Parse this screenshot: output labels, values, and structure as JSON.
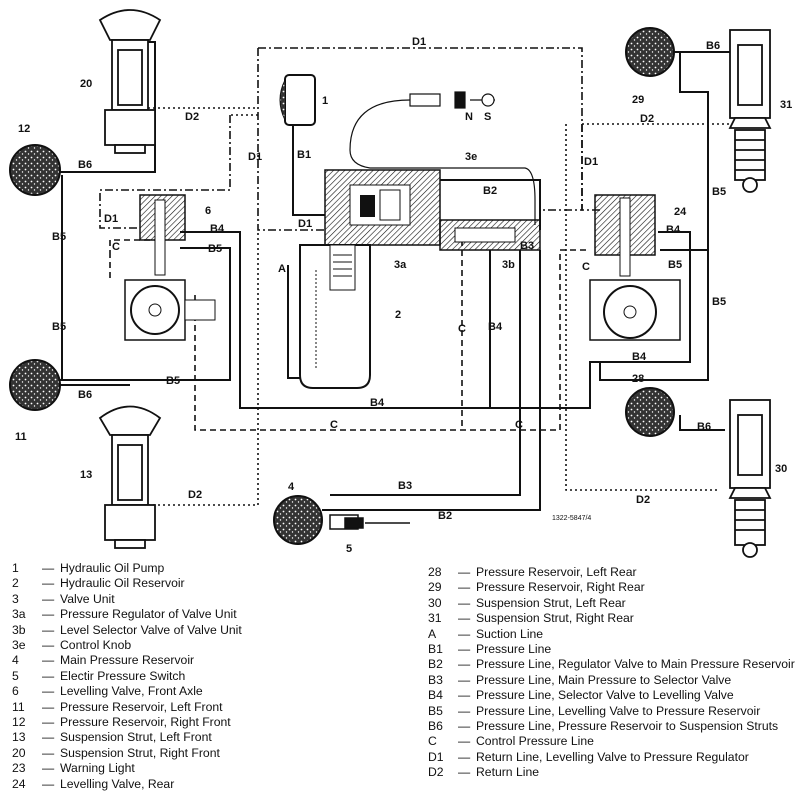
{
  "diagram": {
    "code": "1322-5847/4",
    "labels": {
      "c1": "1",
      "c2": "2",
      "c3a": "3a",
      "c3b": "3b",
      "c3e": "3e",
      "c4": "4",
      "c5": "5",
      "c6": "6",
      "c11": "11",
      "c12": "12",
      "c13": "13",
      "c20": "20",
      "c24": "24",
      "c28": "28",
      "c29": "29",
      "c30": "30",
      "c31": "31",
      "N": "N",
      "S": "S"
    },
    "lines": {
      "D1_top": "D1",
      "D1_left": "D1",
      "D1_mid": "D1",
      "D1_box": "D1",
      "D1_right": "D1",
      "D2_topleft": "D2",
      "D2_botleft": "D2",
      "D2_topright": "D2",
      "D2_botright": "D2",
      "B1": "B1",
      "B2_top": "B2",
      "B2_bot": "B2",
      "B3_top": "B3",
      "B3_bot": "B3",
      "B4_left": "B4",
      "B4_mid": "B4",
      "B4_bot": "B4",
      "B4_right": "B4",
      "B4_right2": "B4",
      "B5_l1": "B5",
      "B5_l2": "B5",
      "B5_l3": "B5",
      "B5_l4": "B5",
      "B5_r1": "B5",
      "B5_r2": "B5",
      "B5_r3": "B5",
      "B6_l1": "B6",
      "B6_l2": "B6",
      "B6_r1": "B6",
      "B6_r2": "B6",
      "C_left": "C",
      "C_mid": "C",
      "C_bot1": "C",
      "C_bot2": "C",
      "C_right": "C",
      "A": "A"
    }
  },
  "legend_left": [
    {
      "num": "1",
      "text": "Hydraulic Oil Pump"
    },
    {
      "num": "2",
      "text": "Hydraulic Oil Reservoir"
    },
    {
      "num": "3",
      "text": "Valve Unit"
    },
    {
      "num": "3a",
      "text": "Pressure Regulator of Valve Unit"
    },
    {
      "num": "3b",
      "text": "Level Selector Valve of Valve Unit"
    },
    {
      "num": "3e",
      "text": "Control Knob"
    },
    {
      "num": "4",
      "text": "Main Pressure Reservoir"
    },
    {
      "num": "5",
      "text": "Electir Pressure Switch"
    },
    {
      "num": "6",
      "text": "Levelling Valve, Front Axle"
    },
    {
      "num": "11",
      "text": "Pressure Reservoir, Left Front"
    },
    {
      "num": "12",
      "text": "Pressure Reservoir, Right Front"
    },
    {
      "num": "13",
      "text": "Suspension Strut, Left Front"
    },
    {
      "num": "20",
      "text": "Suspension Strut, Right Front"
    },
    {
      "num": "23",
      "text": "Warning Light"
    },
    {
      "num": "24",
      "text": "Levelling Valve, Rear"
    }
  ],
  "legend_right": [
    {
      "num": "28",
      "text": "Pressure Reservoir, Left Rear"
    },
    {
      "num": "29",
      "text": "Pressure Reservoir, Right Rear"
    },
    {
      "num": "30",
      "text": "Suspension Strut, Left Rear"
    },
    {
      "num": "31",
      "text": "Suspension Strut, Right Rear"
    },
    {
      "num": "A",
      "text": "Suction Line"
    },
    {
      "num": "B1",
      "text": "Pressure Line"
    },
    {
      "num": "B2",
      "text": "Pressure Line, Regulator Valve to Main Pressure Reservoir"
    },
    {
      "num": "B3",
      "text": "Pressure Line, Main Pressure to Selector Valve"
    },
    {
      "num": "B4",
      "text": "Pressure Line, Selector Valve to Levelling Valve"
    },
    {
      "num": "B5",
      "text": "Pressure Line, Levelling Valve to Pressure Reservoir"
    },
    {
      "num": "B6",
      "text": "Pressure Line, Pressure Reservoir to Suspension Struts"
    },
    {
      "num": "C",
      "text": "Control Pressure Line"
    },
    {
      "num": "D1",
      "text": "Return Line, Levelling Valve to Pressure Regulator"
    },
    {
      "num": "D2",
      "text": "Return Line"
    }
  ],
  "legend_dash": "—"
}
